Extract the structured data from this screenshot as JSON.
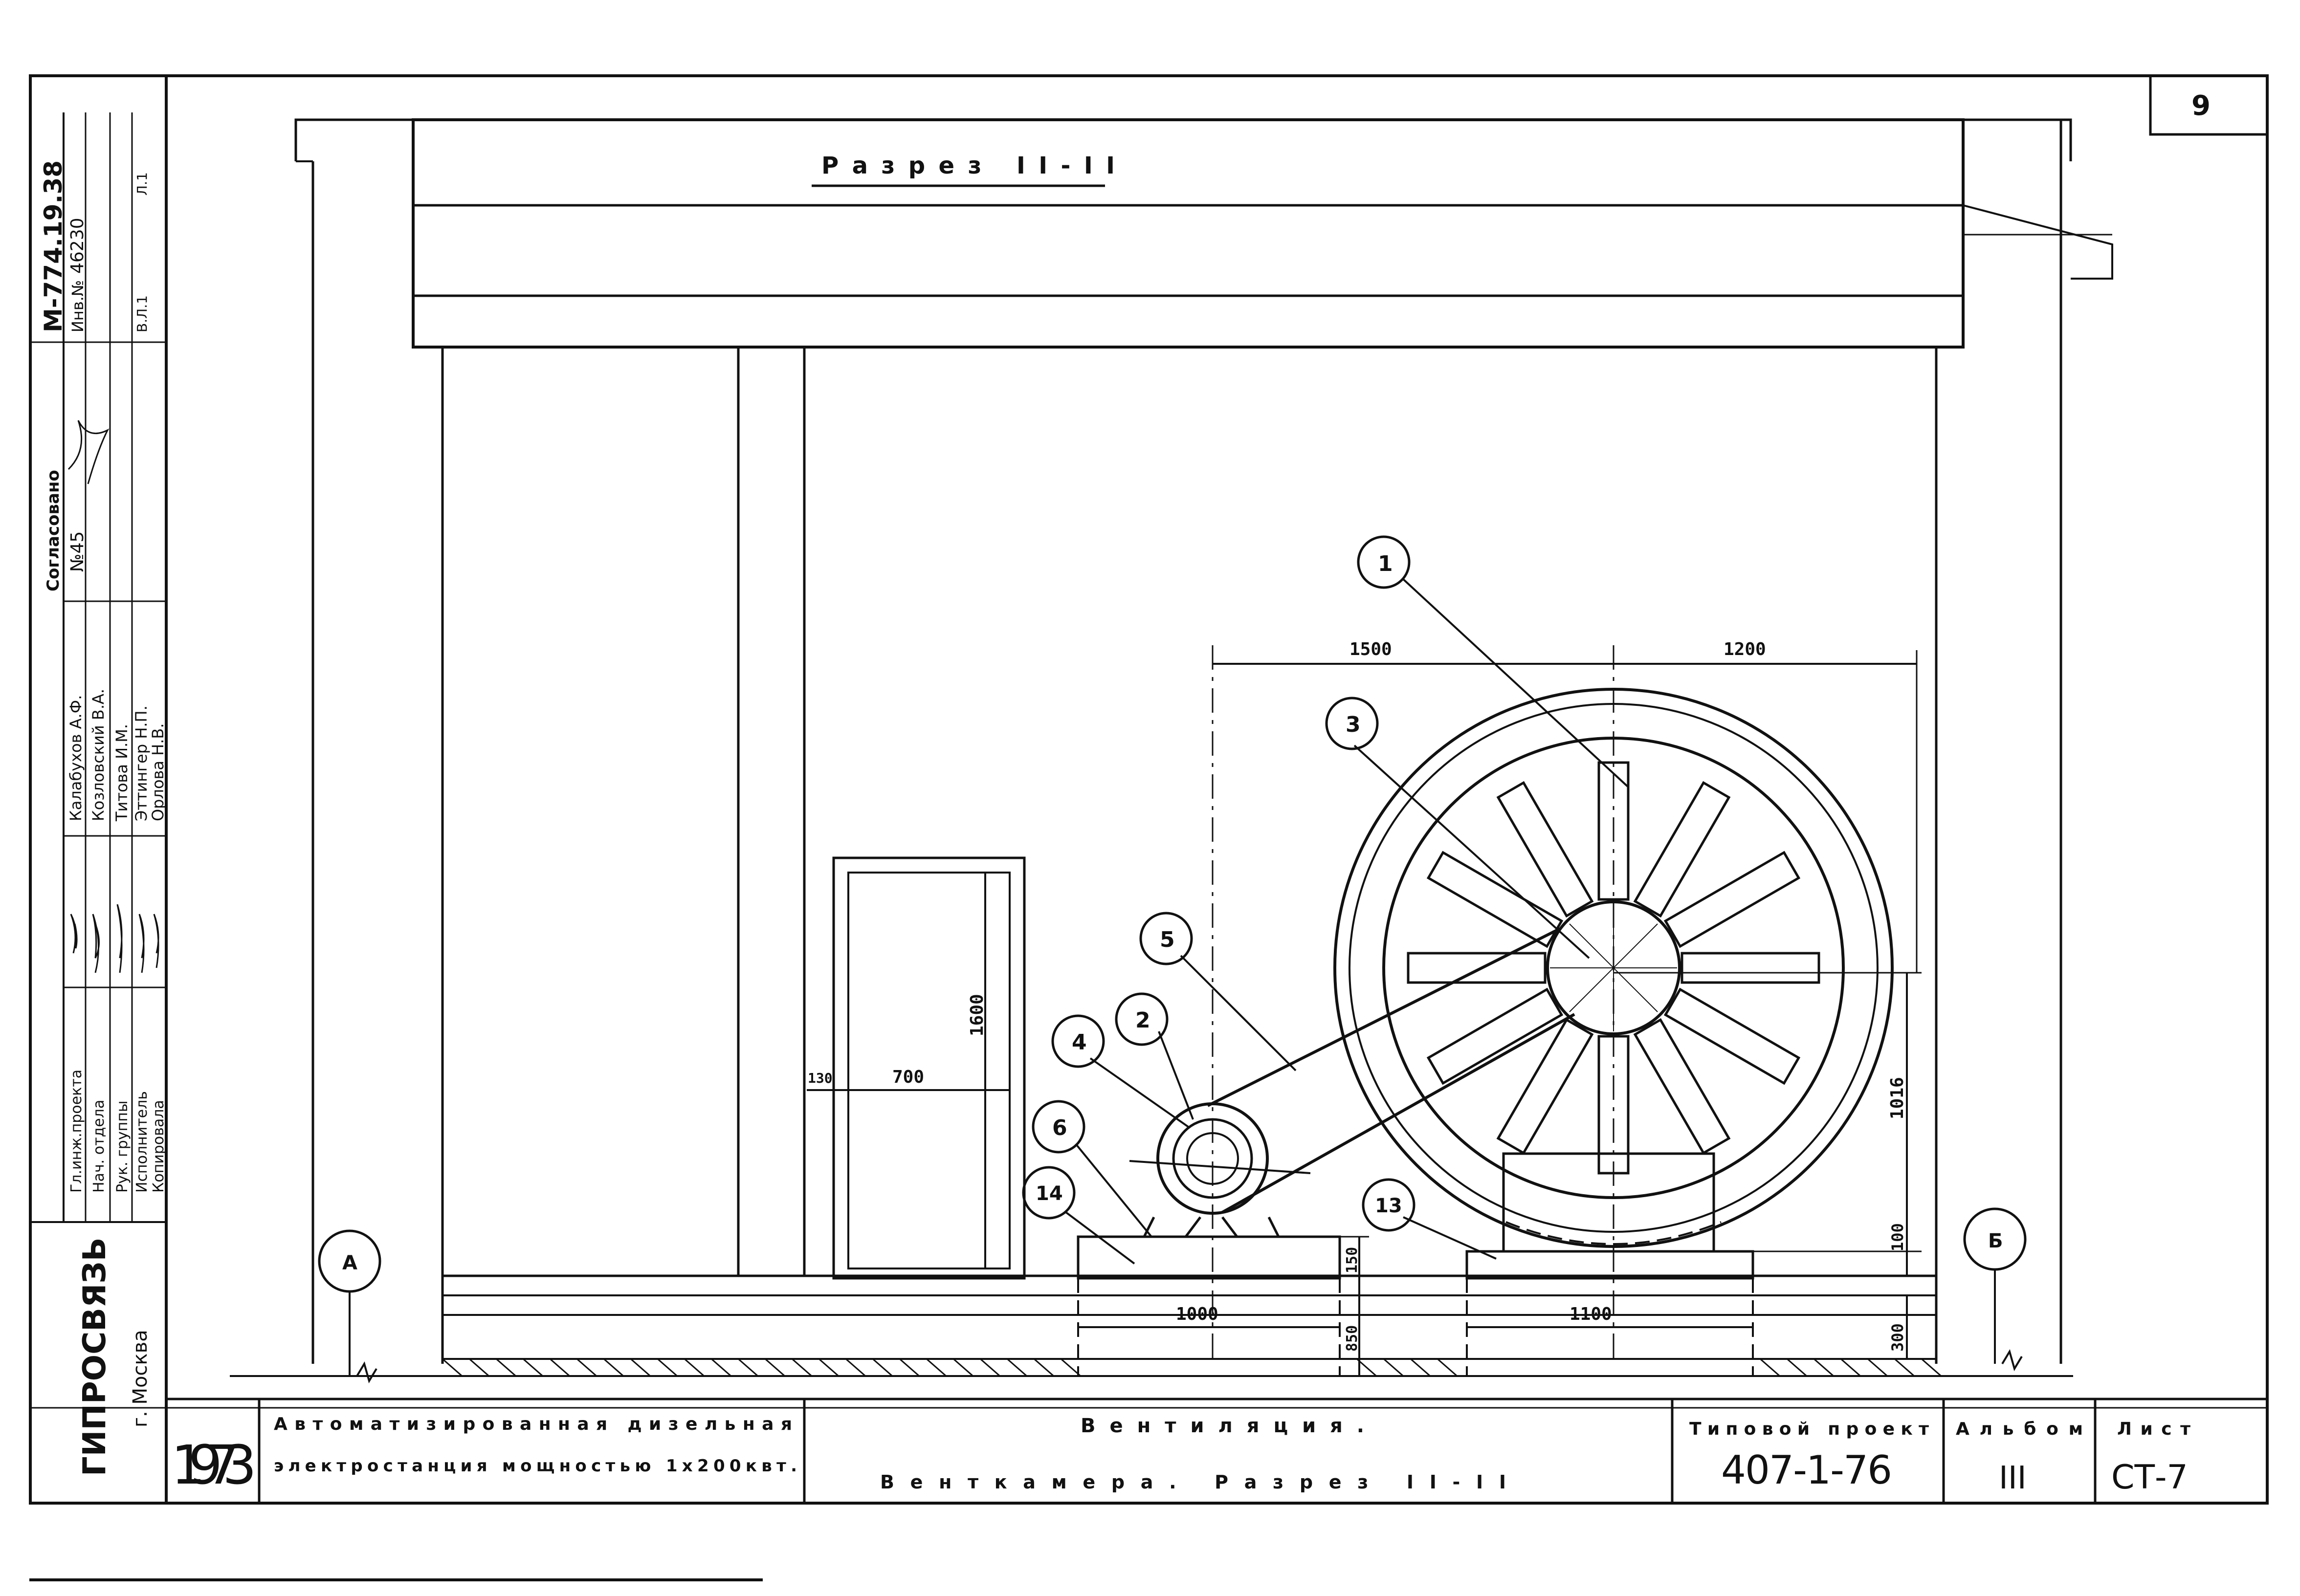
{
  "sheet": {
    "page_number": "9",
    "section_title": "Разрез II-II"
  },
  "stamp_vertical": {
    "org": "ГИПРОСВЯЗЬ",
    "city": "г. Москва",
    "roles": [
      "Гл.инж.проекта",
      "Нач. отдела",
      "Рук. группы",
      "Исполнитель",
      "Копировала"
    ],
    "names": [
      "Калабухов А.Ф.",
      "Козловский В.А.",
      "Титова И.М.",
      "Эттингер Н.П.",
      "Орлова Н.В."
    ],
    "agreed": "Согласовано",
    "agreed_num": "№45",
    "doc_code": "М-774.19.38",
    "inv_label": "Инв.№",
    "inv_num": "46230",
    "sheet_ref_top": "Л.1",
    "sheet_ref_bottom": "В.Л.1"
  },
  "title_block": {
    "year": "1973",
    "project_line1": "Автоматизированная дизельная",
    "project_line2": "электростанция мощностью 1х200квт.",
    "drawing_line1": "Вентиляция.",
    "drawing_line2": "Венткамера.   Разрез II-II",
    "typical_project_label": "Типовой проект",
    "typical_project_number": "407-1-76",
    "album_label": "Альбом",
    "album_value": "III",
    "sheet_label": "Лист",
    "sheet_value": "СТ-7"
  },
  "dimensions": {
    "d1500": "1500",
    "d1200": "1200",
    "d1600": "1600",
    "d700": "700",
    "d130": "130",
    "d1016": "1016",
    "d100": "100",
    "d150": "150",
    "d850": "850",
    "d300": "300",
    "d1000": "1000",
    "d1100": "1100"
  },
  "callouts": {
    "c1": "1",
    "c2": "2",
    "c3": "3",
    "c4": "4",
    "c5": "5",
    "c6": "6",
    "c13": "13",
    "c14": "14"
  },
  "axes": {
    "left": "А",
    "right": "Б"
  }
}
